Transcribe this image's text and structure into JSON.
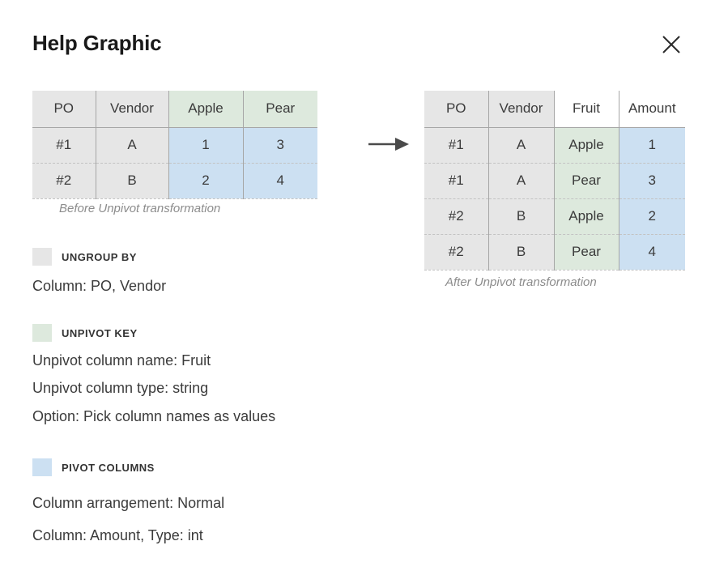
{
  "header": {
    "title": "Help Graphic",
    "close_label": "×"
  },
  "before_table": {
    "caption": "Before Unpivot transformation",
    "columns": [
      {
        "label": "PO",
        "group": "ungroup"
      },
      {
        "label": "Vendor",
        "group": "ungroup"
      },
      {
        "label": "Apple",
        "group": "key"
      },
      {
        "label": "Pear",
        "group": "key"
      }
    ],
    "rows": [
      [
        "#1",
        "A",
        "1",
        "3"
      ],
      [
        "#2",
        "B",
        "2",
        "4"
      ]
    ]
  },
  "after_table": {
    "caption": "After Unpivot transformation",
    "columns": [
      {
        "label": "PO",
        "group": "ungroup"
      },
      {
        "label": "Vendor",
        "group": "ungroup"
      },
      {
        "label": "Fruit",
        "group": "key"
      },
      {
        "label": "Amount",
        "group": "pivot"
      }
    ],
    "rows": [
      [
        "#1",
        "A",
        "Apple",
        "1"
      ],
      [
        "#1",
        "A",
        "Pear",
        "3"
      ],
      [
        "#2",
        "B",
        "Apple",
        "2"
      ],
      [
        "#2",
        "B",
        "Pear",
        "4"
      ]
    ]
  },
  "arrow": {
    "name": "transformation-arrow"
  },
  "legend": {
    "ungroup": {
      "title": "UNGROUP BY",
      "color": "#e6e6e6",
      "lines": [
        "Column: PO, Vendor"
      ]
    },
    "unpivot_key": {
      "title": "UNPIVOT KEY",
      "color": "#dde9dd",
      "lines": [
        "Unpivot column name: Fruit",
        "Unpivot column type: string",
        "Option: Pick column names as values"
      ]
    },
    "pivot_columns": {
      "title": "PIVOT COLUMNS",
      "color": "#cce0f2",
      "lines": [
        "Column arrangement: Normal",
        "Column: Amount, Type: int"
      ]
    }
  },
  "colors": {
    "gray": "#e6e6e6",
    "green": "#dde9dd",
    "blue": "#cce0f2",
    "border": "#a6a6a6",
    "dashed": "#c3c3c3",
    "text": "#3b3b3b",
    "caption": "#8c8c8c"
  }
}
